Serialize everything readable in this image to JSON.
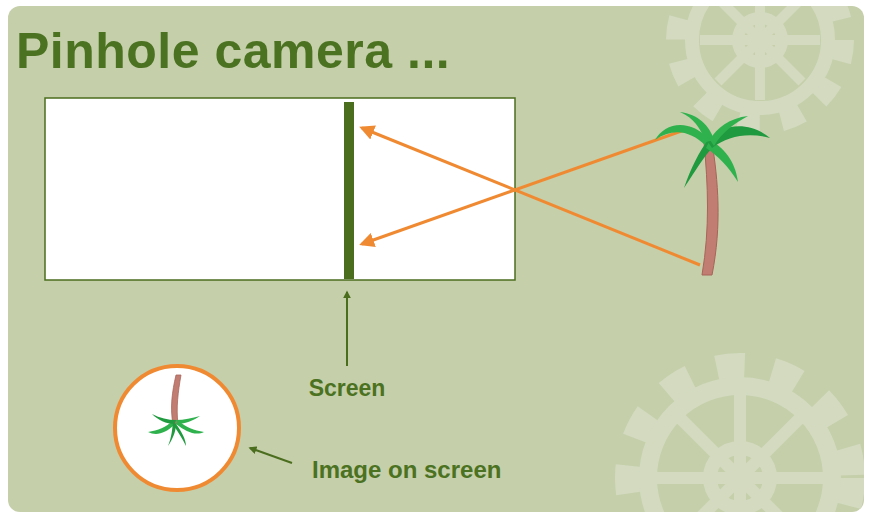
{
  "diagram": {
    "title": "Pinhole camera ...",
    "labels": [
      "Screen",
      "Image on screen"
    ]
  }
}
